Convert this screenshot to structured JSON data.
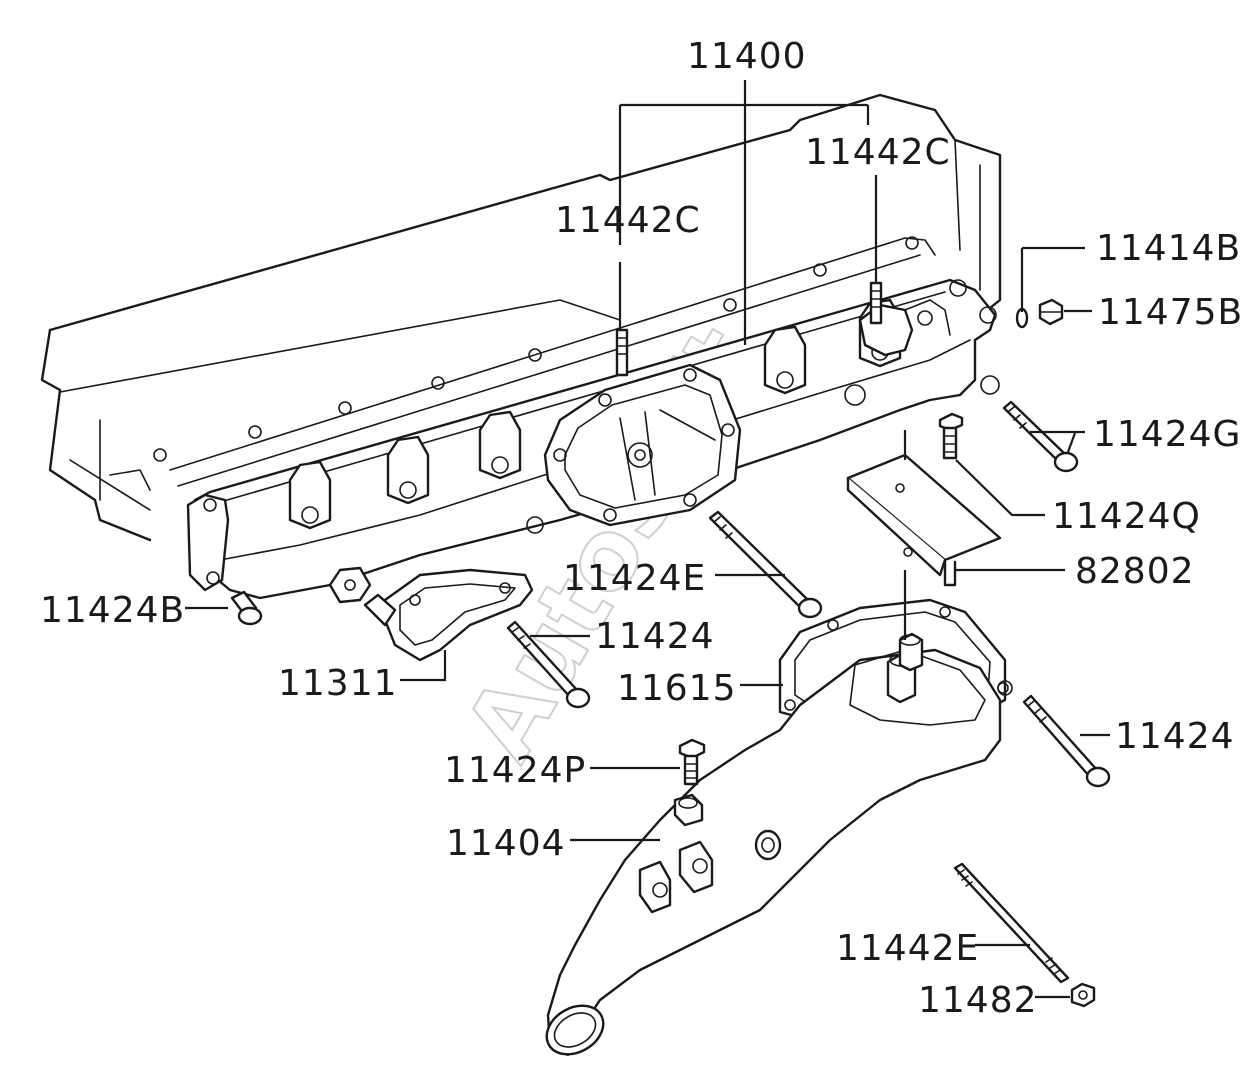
{
  "watermark": "AutoSoft",
  "labels": {
    "p11400": "11400",
    "p11442c_right": "11442C",
    "p11442c_left": "11442C",
    "p11414b": "11414B",
    "p11475b": "11475B",
    "p11424g": "11424G",
    "p11424q": "11424Q",
    "p82802": "82802",
    "p11424e": "11424E",
    "p11424b": "11424B",
    "p11424_left": "11424",
    "p11311": "11311",
    "p11615": "11615",
    "p11424_right": "11424",
    "p11424p": "11424P",
    "p11404": "11404",
    "p11442e": "11442E",
    "p11482": "11482"
  }
}
